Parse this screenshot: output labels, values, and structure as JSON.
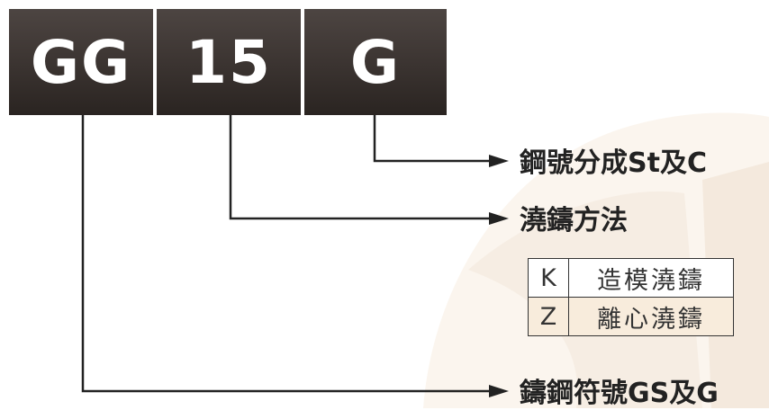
{
  "boxes": {
    "grade_prefix": "GG",
    "casting_code": "15",
    "steel_code": "G"
  },
  "labels": {
    "steel_grade": "鋼號分成St及C",
    "casting_method": "澆鑄方法",
    "cast_steel_symbol": "鑄鋼符號GS及G"
  },
  "casting_methods": [
    {
      "code": "K",
      "description": "造模澆鑄"
    },
    {
      "code": "Z",
      "description": "離心澆鑄"
    }
  ],
  "colors": {
    "box_dark": "#3a3330",
    "highlight_row": "#f8ecdc",
    "watermark": "#f6ede3"
  }
}
